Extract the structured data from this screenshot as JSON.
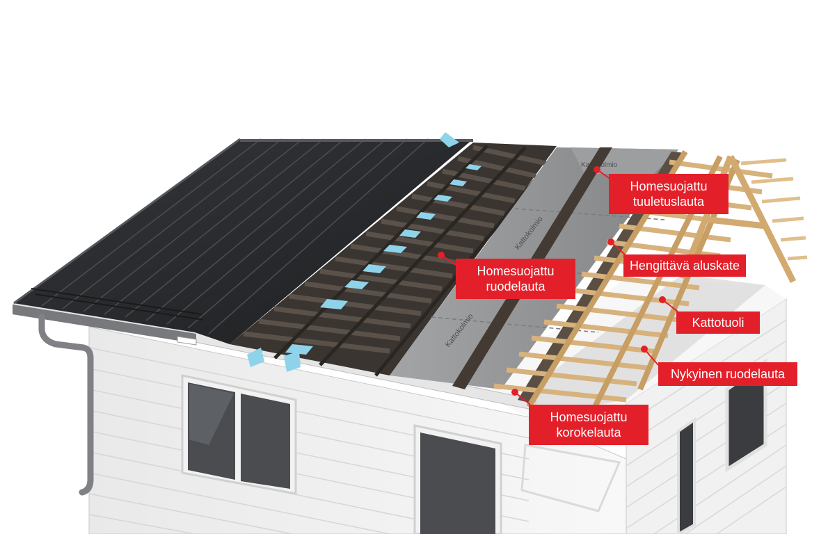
{
  "callouts": [
    {
      "id": "tuuletuslauta",
      "lines": [
        "Homesuojattu",
        "tuuletuslauta"
      ]
    },
    {
      "id": "aluskate",
      "lines": [
        "Hengittävä aluskate"
      ]
    },
    {
      "id": "ruodelauta",
      "lines": [
        "Homesuojattu",
        "ruodelauta"
      ]
    },
    {
      "id": "kattotuoli",
      "lines": [
        "Kattotuoli"
      ]
    },
    {
      "id": "nykyinen",
      "lines": [
        "Nykyinen ruodelauta"
      ]
    },
    {
      "id": "korokelauta",
      "lines": [
        "Homesuojattu",
        "korokelauta"
      ]
    }
  ],
  "membrane_print": "Kattokolmio",
  "colors": {
    "callout": "#e3202a",
    "steel_roof": "#2a2b2d",
    "battens": "#3b352f",
    "membrane": "#8f9091",
    "timber": "#d7b27c",
    "wall": "#f4f4f4",
    "vent": "#8fd3ea"
  }
}
